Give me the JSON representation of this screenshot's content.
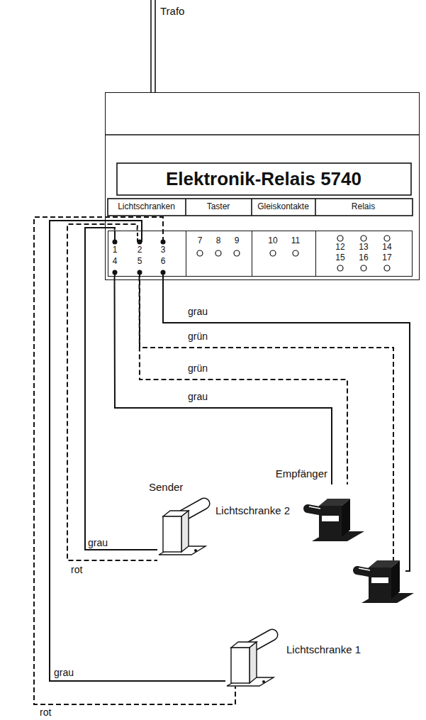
{
  "diagram": {
    "nodes": [
      {
        "text": [
          "Elektronik-Relais 5740"
        ]
      },
      {
        "text": [
          "Lichtschranken"
        ],
        "in": 0
      },
      {
        "text": [
          "Taster"
        ],
        "in": 0
      },
      {
        "text": [
          "Gleiskontakte"
        ],
        "in": 0
      },
      {
        "text": [
          "Relais"
        ],
        "in": 0
      },
      {
        "text": [
          "Empfänger"
        ]
      },
      {
        "text": [
          "Sender"
        ]
      }
    ],
    "edges": [
      {
        "from": 1,
        "to": 5,
        "arrow": "none",
        "label": "grün"
      },
      {
        "from": 1,
        "to": 5,
        "arrow": "none",
        "label": "grau"
      },
      {
        "from": 1,
        "to": 6,
        "arrow": "none",
        "label": "grau"
      },
      {
        "from": 1,
        "to": 6,
        "arrow": "none",
        "label": "rot"
      }
    ],
    "labels": [
      "Trafo",
      "1",
      "2",
      "3",
      "4",
      "5",
      "6",
      "7",
      "8",
      "9",
      "10",
      "11",
      "12",
      "13",
      "14",
      "15",
      "16",
      "17",
      "grau",
      "grün",
      "Lichtschranke 2",
      "Lichtschranke 1",
      "grau",
      "rot"
    ]
  }
}
